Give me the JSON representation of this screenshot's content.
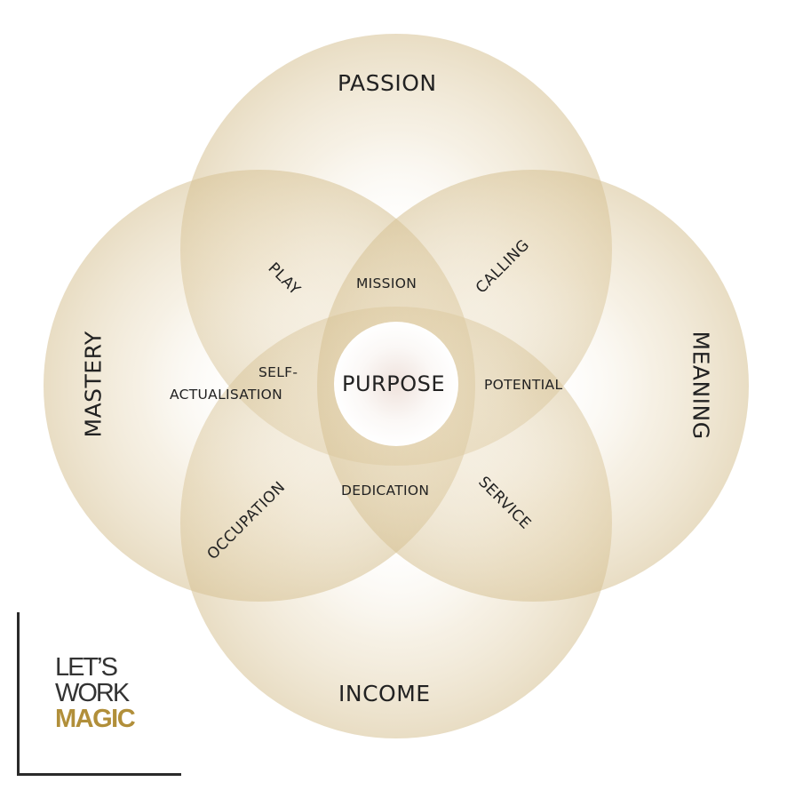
{
  "diagram": {
    "type": "four-circle-venn",
    "circles": [
      {
        "id": "passion",
        "label": "PASSION",
        "position": "top"
      },
      {
        "id": "meaning",
        "label": "MEANING",
        "position": "right"
      },
      {
        "id": "income",
        "label": "INCOME",
        "position": "bottom"
      },
      {
        "id": "mastery",
        "label": "MASTERY",
        "position": "left"
      }
    ],
    "pair_overlaps": {
      "play": "PLAY",
      "calling": "CALLING",
      "service": "SERVICE",
      "occupation": "OCCUPATION"
    },
    "triple_overlaps": {
      "mission": "MISSION",
      "potential": "POTENTIAL",
      "dedication": "DEDICATION",
      "self_actualisation_line1": "SELF-",
      "self_actualisation_line2": "ACTUALISATION"
    },
    "center": "PURPOSE",
    "colors": {
      "circle_fill": "#d9c59a",
      "circle_highlight": "#f8f3ea",
      "text": "#222222",
      "center_fill": "#ffffff"
    }
  },
  "logo": {
    "line1": "LET’S",
    "line2": "WORK",
    "line3": "MAGIC",
    "accent_color": "#b18f3a"
  }
}
